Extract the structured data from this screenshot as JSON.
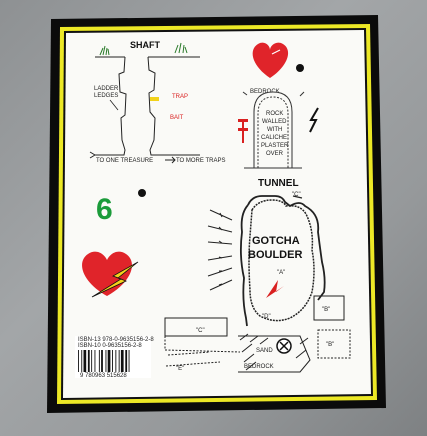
{
  "shaft": {
    "title": "SHAFT",
    "ladder_ledges": [
      "LADDER",
      "LEDGES"
    ],
    "trap": "TRAP",
    "bait": "BAIT",
    "treasure": "TO ONE TREASURE",
    "more_traps": "TO MORE TRAPS"
  },
  "bedrock_top": "BEDROCK",
  "rock_wall": [
    "ROCK",
    "WALLED",
    "WITH",
    "CALICHE",
    "PLASTER",
    "OVER"
  ],
  "tunnel": "TUNNEL",
  "number": "6",
  "gotcha": [
    "GOTCHA",
    "BOULDER"
  ],
  "labels": {
    "c_top": "\"C\"",
    "a": "\"A\"",
    "d": "\"D\"",
    "b1": "\"B\"",
    "b2": "\"B\"",
    "c2": "\"C\"",
    "e": "\"E\"",
    "sand": "SAND",
    "bedrock_bottom": "BEDROCK"
  },
  "barcode_text": [
    "ISBN-13 978-0-9635156-2-8",
    "ISBN-10 0-9635156-2-8",
    "9 780963 515628"
  ],
  "colors": {
    "heart": "#e0242a",
    "bolt": "#f5d21b",
    "number": "#1b9b3a",
    "border_yellow": "#ece826",
    "border_black": "#0a0a0a"
  }
}
